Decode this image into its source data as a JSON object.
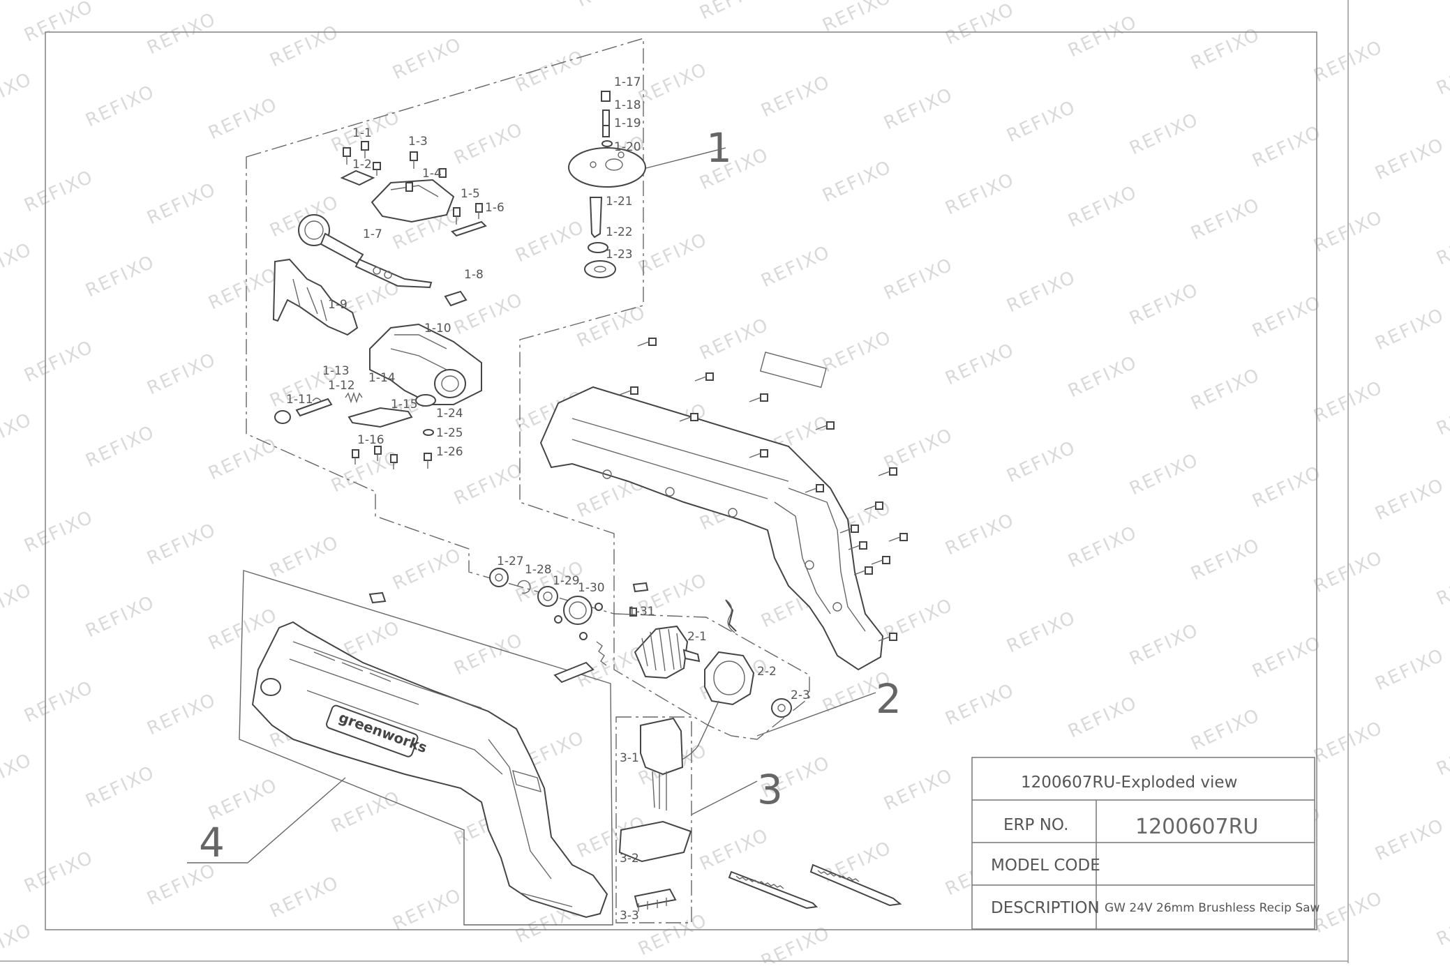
{
  "watermark": "REFIXO",
  "labels": {
    "l1_1": "1-1",
    "l1_2": "1-2",
    "l1_3": "1-3",
    "l1_4": "1-4",
    "l1_5": "1-5",
    "l1_6": "1-6",
    "l1_7": "1-7",
    "l1_8": "1-8",
    "l1_9": "1-9",
    "l1_10": "1-10",
    "l1_11": "1-11",
    "l1_12": "1-12",
    "l1_13": "1-13",
    "l1_14": "1-14",
    "l1_15": "1-15",
    "l1_16": "1-16",
    "l1_17": "1-17",
    "l1_18": "1-18",
    "l1_19": "1-19",
    "l1_20": "1-20",
    "l1_21": "1-21",
    "l1_22": "1-22",
    "l1_23": "1-23",
    "l1_24": "1-24",
    "l1_25": "1-25",
    "l1_26": "1-26",
    "l1_27": "1-27",
    "l1_28": "1-28",
    "l1_29": "1-29",
    "l1_30": "1-30",
    "l1_31": "1-31",
    "l2_1": "2-1",
    "l2_2": "2-2",
    "l2_3": "2-3",
    "l3_1": "3-1",
    "l3_2": "3-2",
    "l3_3": "3-3"
  },
  "groups": {
    "g1": "1",
    "g2": "2",
    "g3": "3",
    "g4": "4"
  },
  "tool_branding": {
    "logo": "greenworks"
  },
  "title_block": {
    "title": "1200607RU-Exploded view",
    "erp_label": "ERP NO.",
    "erp_value": "1200607RU",
    "model_label": "MODEL CODE",
    "model_value": "",
    "desc_label": "DESCRIPTION",
    "desc_value": "GW 24V 26mm Brushless Recip Saw"
  }
}
